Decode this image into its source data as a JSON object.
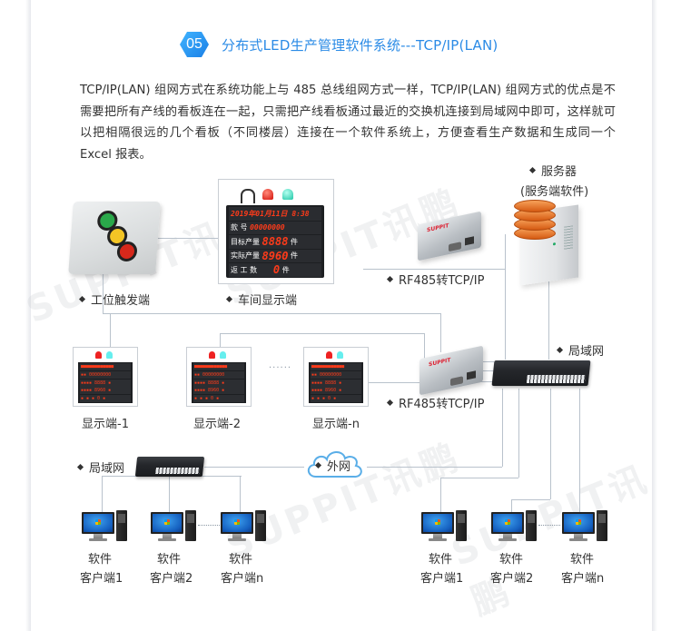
{
  "header": {
    "badge_number": "05",
    "title": "分布式LED生产管理软件系统---TCP/IP(LAN)",
    "accent_color": "#2b8be6"
  },
  "description": "TCP/IP(LAN) 组网方式在系统功能上与 485 总线组网方式一样，TCP/IP(LAN) 组网方式的优点是不需要把所有产线的看板连在一起，只需把产线看板通过最近的交换机连接到局域网中即可，这样就可以把相隔很远的几个看板（不同楼层）连接在一个软件系统上，方便查看生产数据和生成同一个 Excel 报表。",
  "diagram": {
    "top_row": {
      "trigger_label": "工位触发端",
      "workshop_display_label": "车间显示端",
      "converter_label": "RF485转TCP/IP",
      "server_label": "服务器",
      "server_sublabel": "(服务端软件)"
    },
    "led_board": {
      "rows": [
        {
          "label": "",
          "value": "2019年01月11日 8:38"
        },
        {
          "label": "款 号",
          "value": "00000000"
        },
        {
          "label": "目标产量",
          "value": "8888",
          "unit": "件"
        },
        {
          "label": "实际产量",
          "value": "8960",
          "unit": "件"
        },
        {
          "label": "返 工 数",
          "value": "0",
          "unit": "件"
        }
      ]
    },
    "middle_row": {
      "displays": [
        "显示端-1",
        "显示端-2",
        "显示端-n"
      ],
      "ellipsis": "······",
      "converter_label": "RF485转TCP/IP",
      "lan_label": "局域网"
    },
    "bottom": {
      "left_lan_label": "局域网",
      "cloud_label": "外网",
      "left_clients": [
        {
          "line1": "软件",
          "line2": "客户端1"
        },
        {
          "line1": "软件",
          "line2": "客户端2"
        },
        {
          "line1": "软件",
          "line2": "客户端n"
        }
      ],
      "right_clients": [
        {
          "line1": "软件",
          "line2": "客户端1"
        },
        {
          "line1": "软件",
          "line2": "客户端2"
        },
        {
          "line1": "软件",
          "line2": "客户端n"
        }
      ]
    },
    "line_color": "#b9c2cc",
    "cloud_color": "#5aaee8"
  },
  "watermark": "SUPPIT讯鹏"
}
